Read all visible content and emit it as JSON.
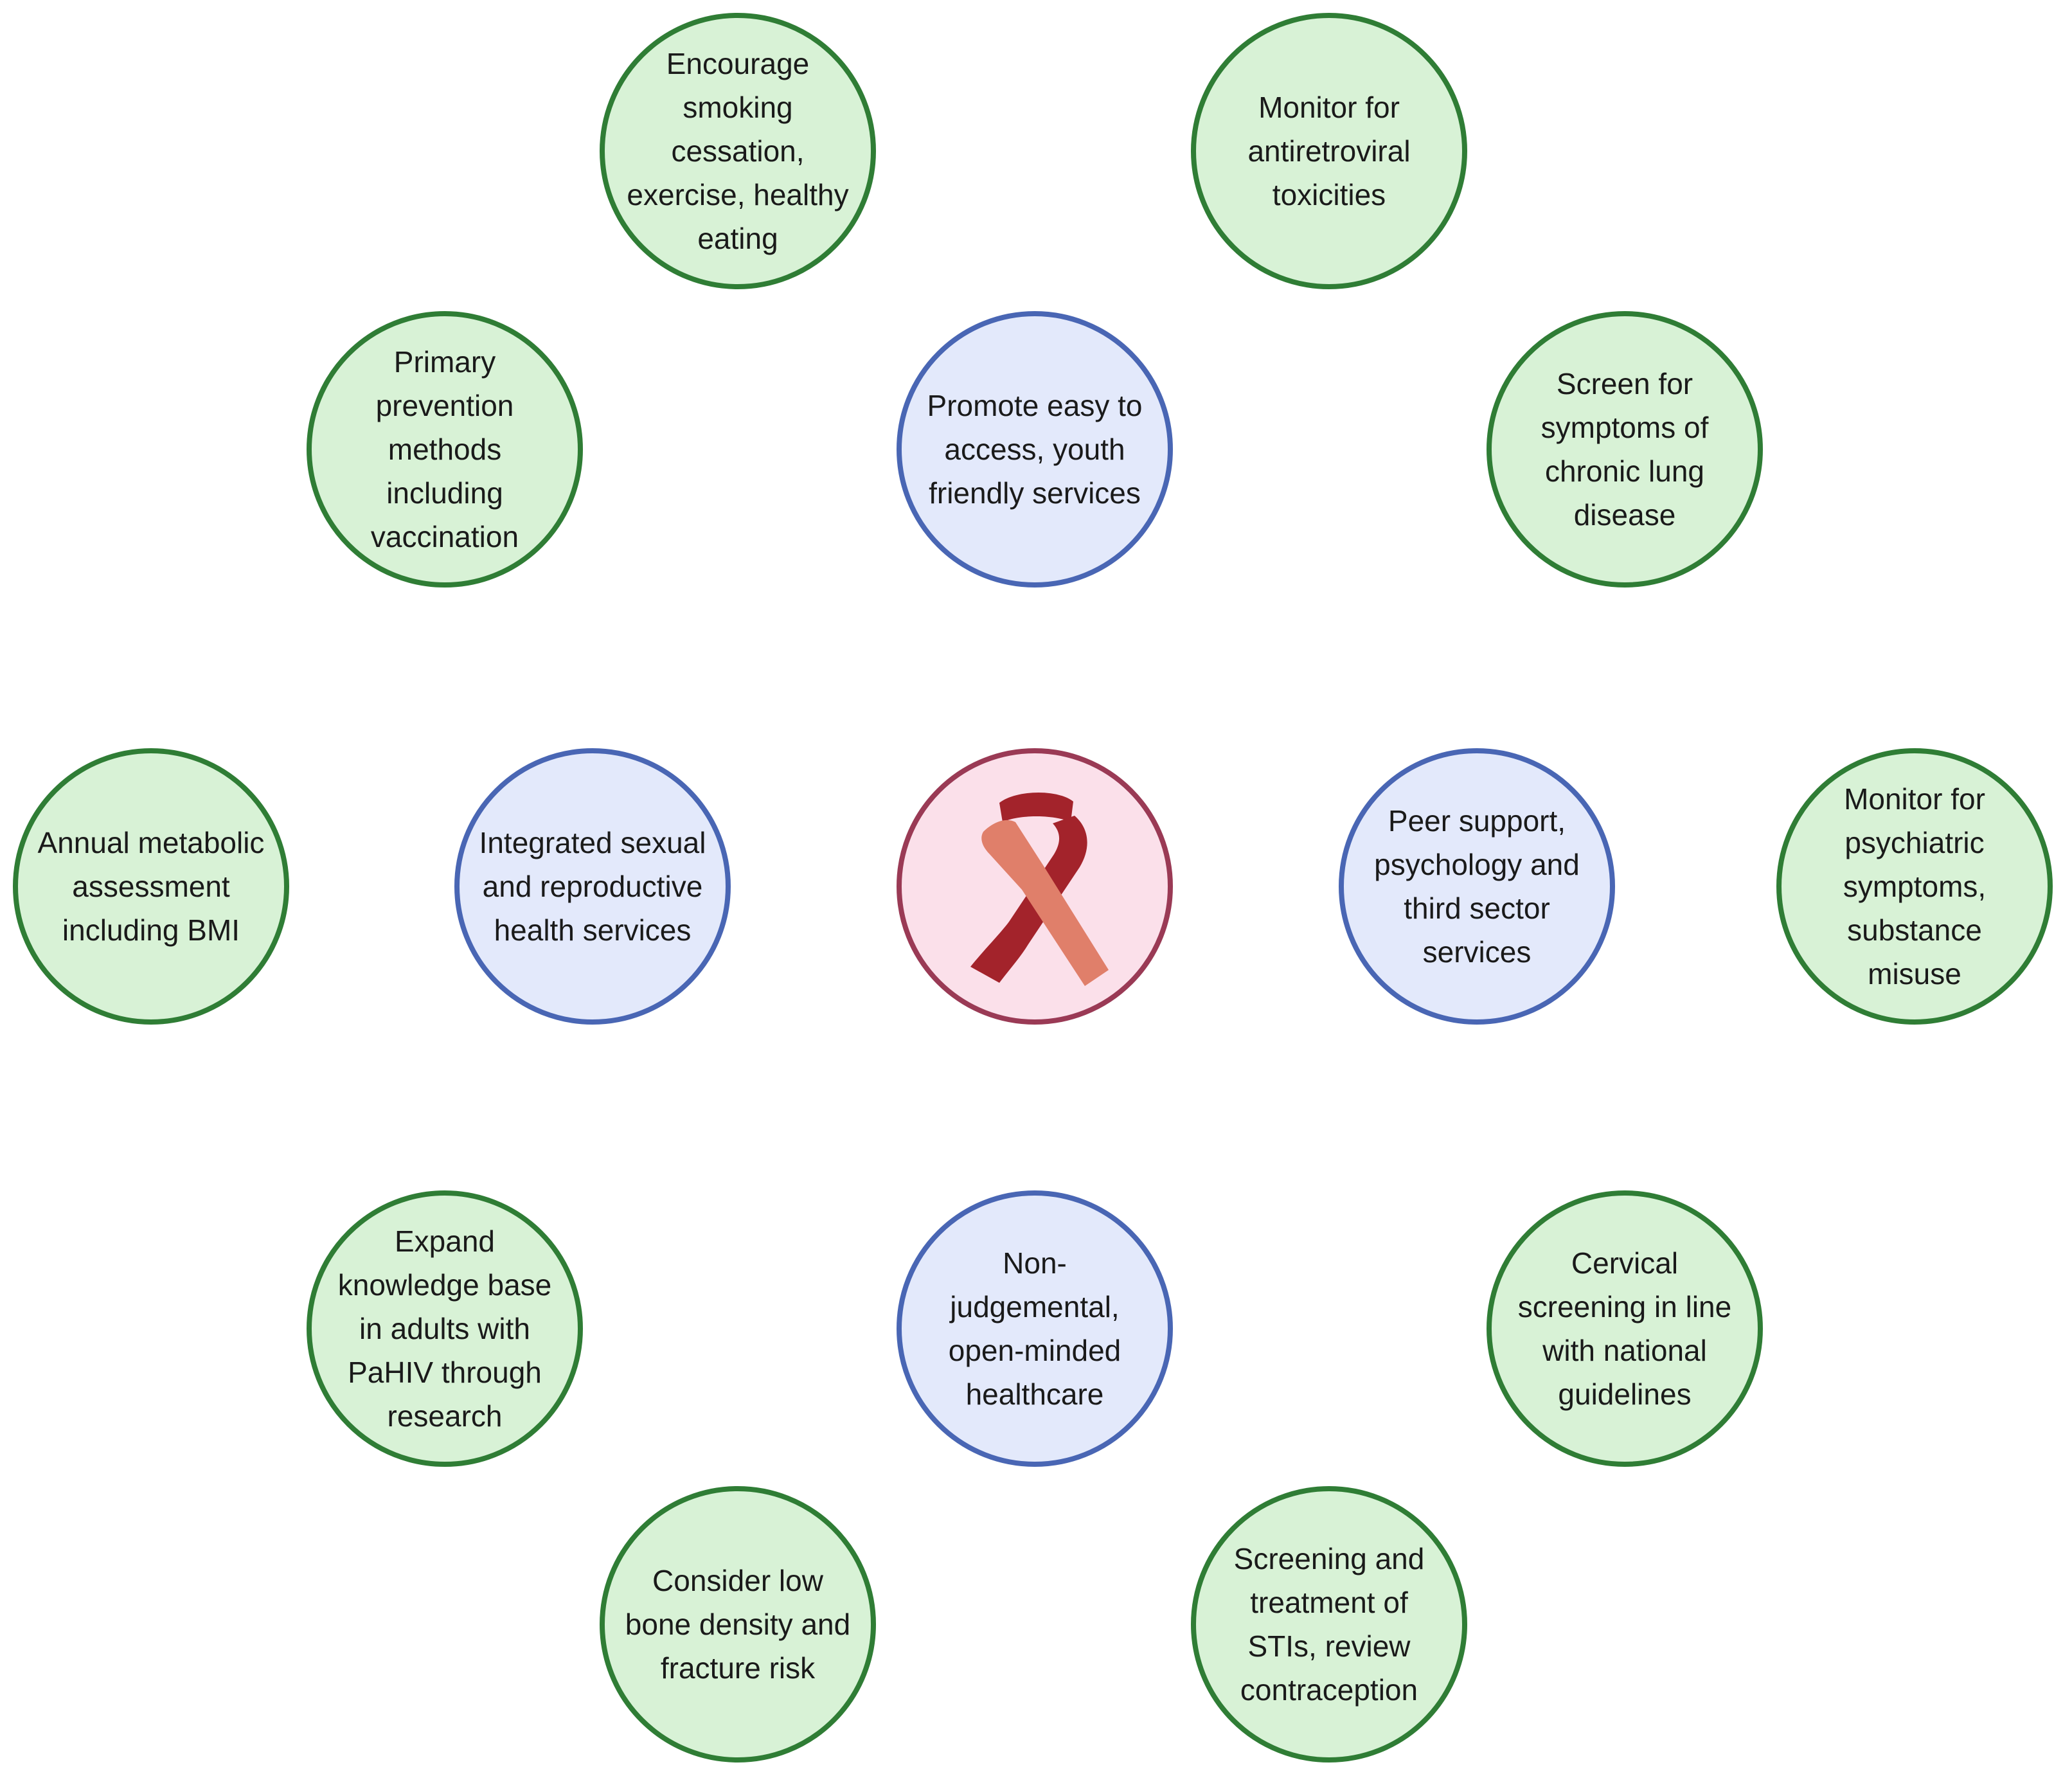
{
  "nodes": {
    "smoking": "Encourage smoking cessation, exercise, healthy eating",
    "antiretroviral": "Monitor for antiretroviral toxicities",
    "prevention": "Primary prevention methods including vaccination",
    "youth_services": "Promote easy to access, youth friendly services",
    "lung": "Screen for symptoms of chronic lung disease",
    "metabolic": "Annual metabolic assessment including BMI",
    "sexual_health": "Integrated sexual and reproductive health services",
    "peer_support": "Peer support, psychology and third sector services",
    "psychiatric": "Monitor for psychiatric symptoms, substance misuse",
    "research": "Expand knowledge base in adults with PaHIV through research",
    "healthcare": "Non-judgemental, open-minded healthcare",
    "cervical": "Cervical screening in line with national guidelines",
    "bone": "Consider low bone density and fracture risk",
    "sti": "Screening and treatment of STIs, review contraception"
  },
  "center_icon": "awareness-ribbon-icon",
  "colors": {
    "green_border": "#2f7d35",
    "green_fill": "#d8f2d6",
    "blue_border": "#4966b4",
    "blue_fill": "#e3e9fb",
    "red_border": "#9a3a55",
    "red_fill": "#fbe0ea",
    "ribbon_dark": "#a3232b",
    "ribbon_light": "#e07f6a"
  }
}
